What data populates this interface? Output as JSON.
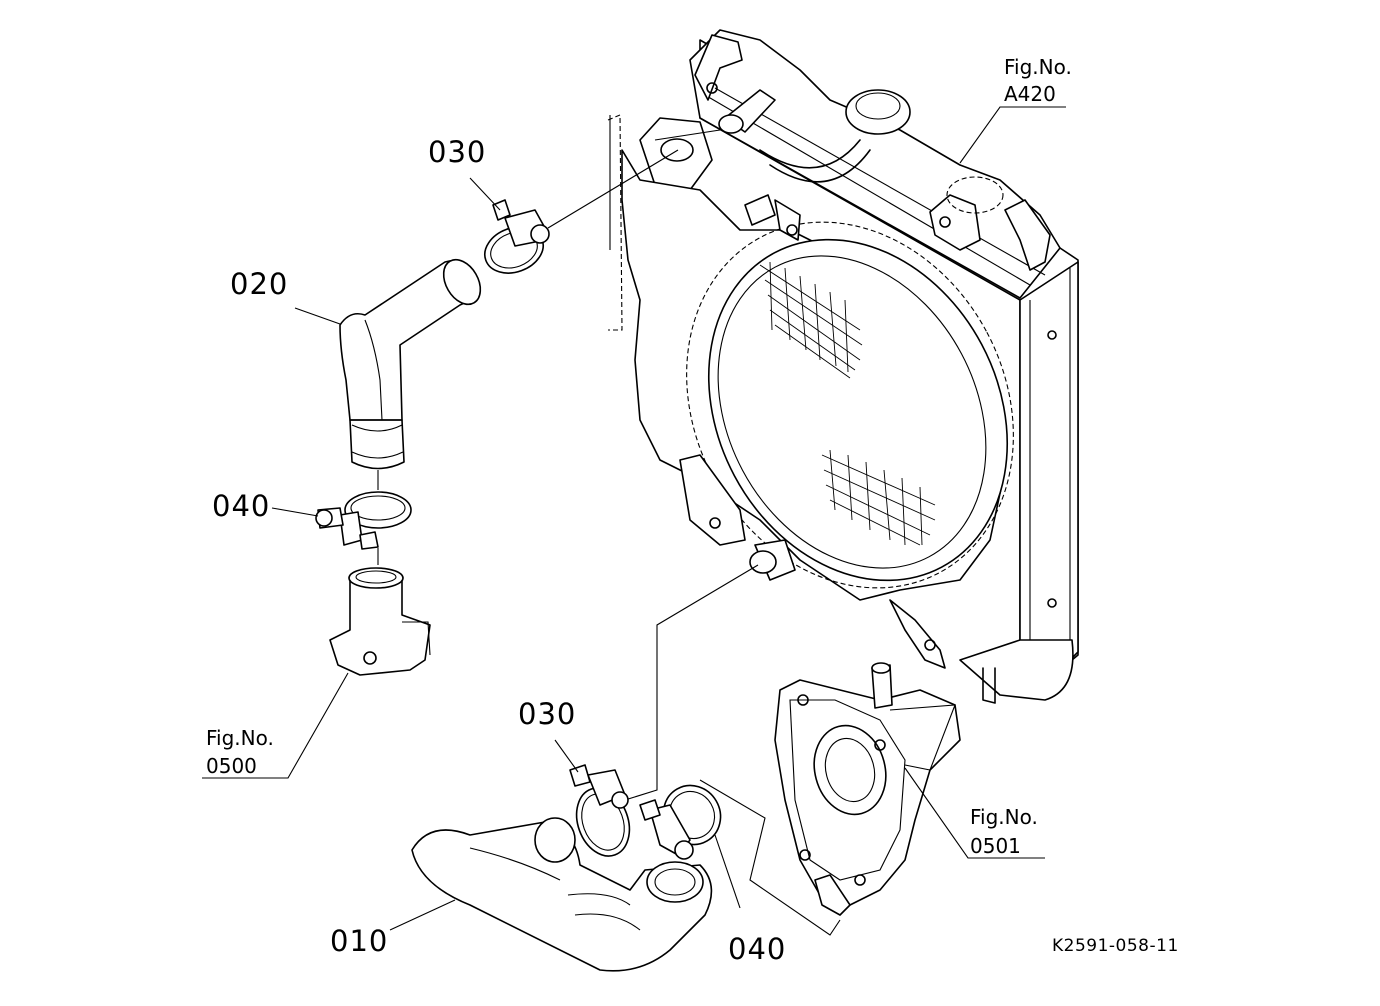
{
  "labels": {
    "part_010": "010",
    "part_020": "020",
    "part_030_top": "030",
    "part_030_bottom": "030",
    "part_040_left": "040",
    "part_040_bottom": "040",
    "fig_a420_title": "Fig.No.",
    "fig_a420_code": "A420",
    "fig_0500_title": "Fig.No.",
    "fig_0500_code": "0500",
    "fig_0501_title": "Fig.No.",
    "fig_0501_code": "0501",
    "drawing_code": "K2591-058-11"
  }
}
